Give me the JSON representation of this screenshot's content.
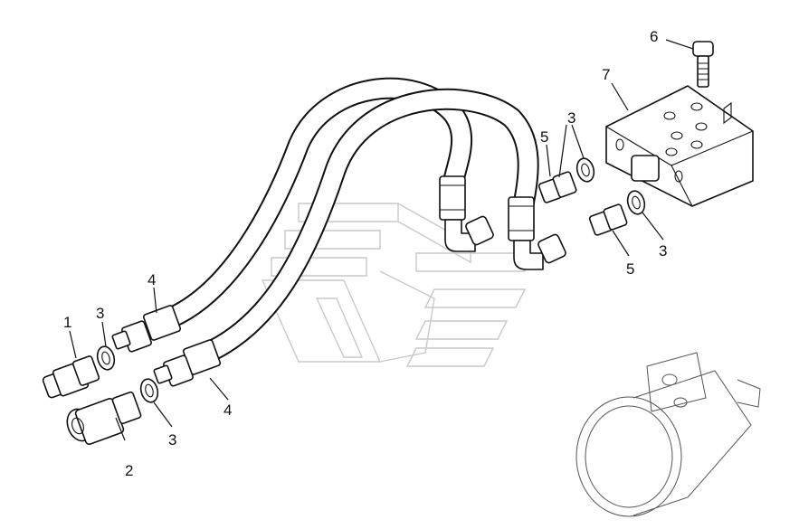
{
  "callouts": [
    {
      "id": "c1",
      "text": "1"
    },
    {
      "id": "c2",
      "text": "2"
    },
    {
      "id": "c3a",
      "text": "3"
    },
    {
      "id": "c3b",
      "text": "3"
    },
    {
      "id": "c3c",
      "text": "3"
    },
    {
      "id": "c3d",
      "text": "3"
    },
    {
      "id": "c4a",
      "text": "4"
    },
    {
      "id": "c4b",
      "text": "4"
    },
    {
      "id": "c5a",
      "text": "5"
    },
    {
      "id": "c5b",
      "text": "5"
    },
    {
      "id": "c6",
      "text": "6"
    },
    {
      "id": "c7",
      "text": "7"
    }
  ],
  "colors": {
    "line": "#111111",
    "watermark": "#c9c9c9",
    "background": "#ffffff"
  }
}
